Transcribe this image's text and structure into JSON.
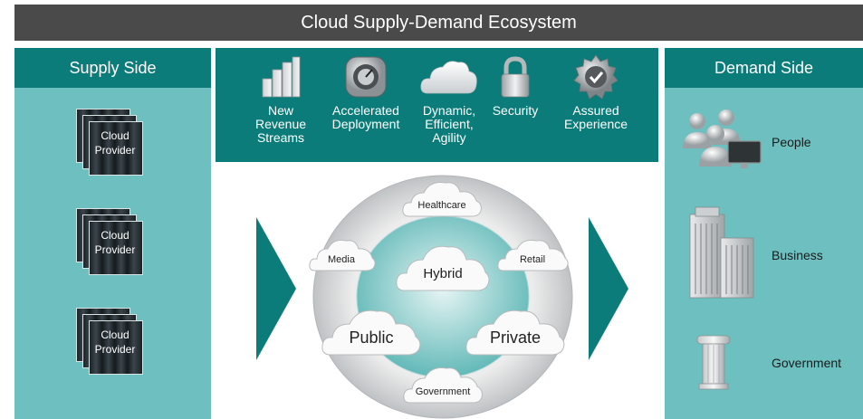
{
  "title": "Cloud Supply-Demand Ecosystem",
  "supply": {
    "heading": "Supply Side",
    "providers": [
      {
        "label_line1": "Cloud",
        "label_line2": "Provider"
      },
      {
        "label_line1": "Cloud",
        "label_line2": "Provider"
      },
      {
        "label_line1": "Cloud",
        "label_line2": "Provider"
      }
    ]
  },
  "benefits": [
    {
      "icon": "bar-chart-icon",
      "label": "New\nRevenue\nStreams"
    },
    {
      "icon": "speedometer-icon",
      "label": "Accelerated\nDeployment"
    },
    {
      "icon": "cloud-icon",
      "label": "Dynamic,\nEfficient,\nAgility"
    },
    {
      "icon": "padlock-icon",
      "label": "Security"
    },
    {
      "icon": "checkmark-seal-icon",
      "label": "Assured\nExperience"
    }
  ],
  "ring": {
    "center": "Hybrid",
    "clouds": [
      "Healthcare",
      "Media",
      "Retail",
      "Public",
      "Private",
      "Government"
    ]
  },
  "demand": {
    "heading": "Demand Side",
    "items": [
      {
        "icon": "people-icon",
        "label": "People"
      },
      {
        "icon": "building-icon",
        "label": "Business"
      },
      {
        "icon": "column-icon",
        "label": "Government"
      }
    ]
  },
  "colors": {
    "teal_dark": "#0b7c79",
    "teal_light": "#6dc0bf",
    "title_bar": "#4a4a4a"
  }
}
